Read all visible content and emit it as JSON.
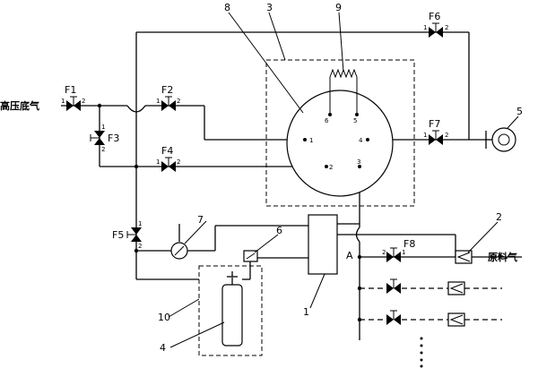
{
  "labels": {
    "inlet": "高压底气",
    "outlet": "原料气",
    "point_a": "A",
    "F1": "F1",
    "F2": "F2",
    "F3": "F3",
    "F4": "F4",
    "F5": "F5",
    "F6": "F6",
    "F7": "F7",
    "F8": "F8",
    "n1": "1",
    "n2": "2",
    "n3": "3",
    "n4": "4",
    "n5": "5",
    "n6": "6",
    "n7": "7",
    "n8": "8",
    "n9": "9",
    "n10": "10"
  },
  "ports": {
    "p1": "1",
    "p2": "2",
    "p3": "3",
    "p4": "4",
    "p5": "5",
    "p6": "6"
  },
  "valve_ports": {
    "a": "1",
    "b": "2"
  }
}
